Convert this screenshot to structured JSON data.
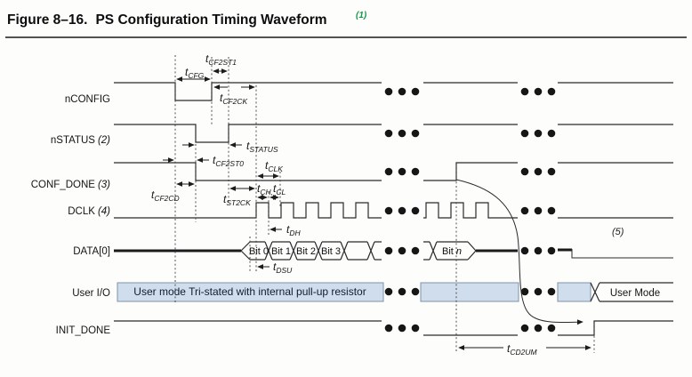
{
  "title": {
    "figure_label": "Figure 8–16.",
    "text": "PS Configuration Timing Waveform",
    "footnote": "(1)"
  },
  "signals": [
    {
      "label": "nCONFIG",
      "note": ""
    },
    {
      "label": "nSTATUS",
      "note": "(2)"
    },
    {
      "label": "CONF_DONE",
      "note": "(3)"
    },
    {
      "label": "DCLK",
      "note": "(4)"
    },
    {
      "label": "DATA[0]",
      "note": ""
    },
    {
      "label": "User I/O",
      "note": ""
    },
    {
      "label": "INIT_DONE",
      "note": ""
    }
  ],
  "timing": {
    "cf2st1": {
      "base": "t",
      "sub": "CF2ST1"
    },
    "cfg": {
      "base": "t",
      "sub": "CFG"
    },
    "cf2ck": {
      "base": "t",
      "sub": "CF2CK"
    },
    "status": {
      "base": "t",
      "sub": "STATUS"
    },
    "cf2st0": {
      "base": "t",
      "sub": "CF2ST0"
    },
    "clk": {
      "base": "t",
      "sub": "CLK"
    },
    "cf2cd": {
      "base": "t",
      "sub": "CF2CD"
    },
    "st2ck": {
      "base": "t",
      "sub": "ST2CK"
    },
    "ch": {
      "base": "t",
      "sub": "CH,"
    },
    "cl": {
      "base": "t",
      "sub": "CL"
    },
    "dh": {
      "base": "t",
      "sub": "DH"
    },
    "dsu": {
      "base": "t",
      "sub": "DSU"
    },
    "cd2um": {
      "base": "t",
      "sub": "CD2UM"
    }
  },
  "data_bits": [
    "Bit 0",
    "Bit 1",
    "Bit 2",
    "Bit 3"
  ],
  "bit_n": {
    "prefix": "Bit",
    "var": "n"
  },
  "user_io": {
    "tristate_text": "User mode Tri-stated with internal pull-up resistor",
    "user_mode": "User Mode"
  },
  "notes": {
    "data0_note": "(5)"
  },
  "colors": {
    "band_fill": "#cfdded",
    "band_border": "#7e93a8",
    "line": "#2b2b2b",
    "footnote_green": "#169a4a"
  }
}
